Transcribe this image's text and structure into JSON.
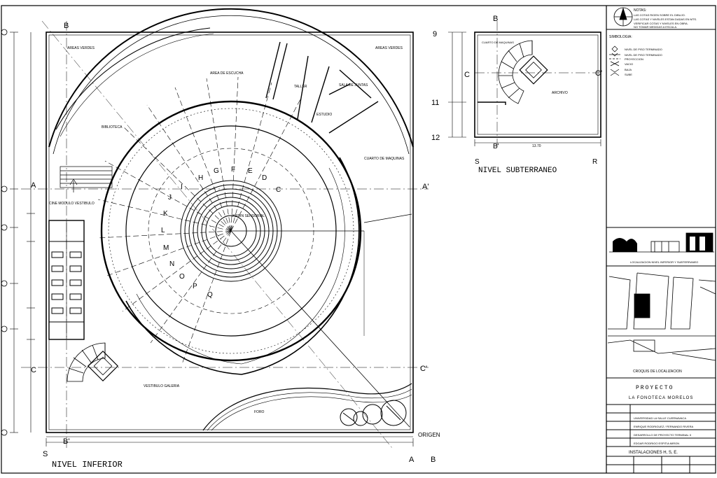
{
  "plans": {
    "lower_title": "NIVEL INFERIOR",
    "underground_title": "NIVEL SUBTERRANEO"
  },
  "axes_lower": {
    "top_b": "B",
    "left_a": "A",
    "right_a_prime": "A'",
    "left_c": "C",
    "right_c_prime": "C'",
    "bottom_b_prime": "B'",
    "bottom_s": "S",
    "bottom_a": "A",
    "bottom_b": "B",
    "origin": "ORIGEN"
  },
  "axes_under": {
    "top_b": "B",
    "left_c": "C",
    "right_c_prime": "C'",
    "bottom_s": "S",
    "bottom_b_prime": "B'",
    "bottom_r": "R",
    "row_9": "9",
    "row_11": "11",
    "row_12": "12",
    "dim_width": "13.70"
  },
  "grid_letters": [
    "I",
    "H",
    "G",
    "F",
    "E",
    "D",
    "C",
    "J",
    "K",
    "L",
    "M",
    "N",
    "O",
    "P",
    "Q"
  ],
  "rooms_lower": {
    "areas_verdes_left": "AREAS VERDES",
    "areas_verdes_right": "AREAS VERDES",
    "area_escucha": "AREA DE ESCUCHA",
    "taller": "TALLER",
    "sala_juntas": "SALA DE JUNTAS",
    "estudio": "ESTUDIO",
    "biblioteca": "BIBLIOTECA",
    "cuarto_maquinas": "CUARTO DE MAQUINAS",
    "cine_modulo": "CINE MODULO VESTIBULO",
    "jardin": "JARDIN SENSORIAL",
    "vestibulo": "VESTIBULO GALERIA",
    "foro": "FORO"
  },
  "rooms_under": {
    "cuarto_maquinas": "CUARTO DE MAQUINAS",
    "archivo": "ARCHIVO"
  },
  "title_block": {
    "notes_title": "NOTAS:",
    "notes": [
      "LAS COTAS RIGEN SOBRE EL DIBUJO.",
      "LAS COTAS Y NIVELES ESTAN DADAS EN MTS.",
      "VERIFICAR COTAS Y NIVELES EN OBRA.",
      "NO TOMAR MEDIDAS A ESCALA."
    ],
    "symbology_title": "SIMBOLOGIA:",
    "symbology": [
      "NIVEL DE PISO TERMINADO",
      "NIVEL DE PISO TERMINADO",
      "PROYECCION",
      "VACIO",
      "BAJA",
      "SUBE"
    ],
    "location_levels": "LOCALIZACION NIVEL INFERIOR Y SUBTERRANEO",
    "croquis": "CROQUIS DE LOCALIZACION",
    "proyecto_label": "PROYECTO",
    "proyecto_name": "LA FONOTECA MORELOS",
    "university": "UNIVERSIDAD LA SALLE CUERNAVACA",
    "authors": "ENRIQUE RODRIGUEZ / FERNANDO RIVERA",
    "course": "DESARROLLO DE PROYECTO TERMINAL II",
    "advisor": "EDGAR RODRIGO ESPITIA MIRON",
    "sheet_title": "INSTALACIONES H, S, E."
  },
  "colors": {
    "line": "#000000",
    "background": "#ffffff"
  }
}
